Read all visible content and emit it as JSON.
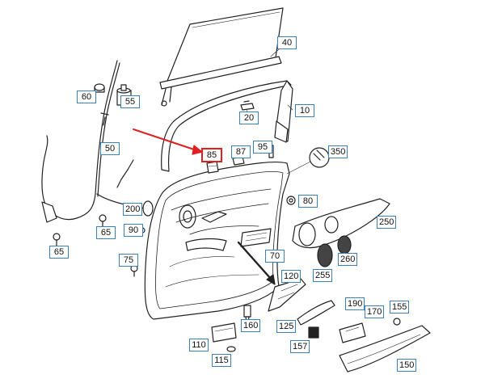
{
  "diagram": {
    "highlighted_part": "85",
    "callouts": [
      {
        "key": "c40",
        "label": "40"
      },
      {
        "key": "c10",
        "label": "10"
      },
      {
        "key": "c20",
        "label": "20"
      },
      {
        "key": "c60",
        "label": "60"
      },
      {
        "key": "c55",
        "label": "55"
      },
      {
        "key": "c50",
        "label": "50"
      },
      {
        "key": "c85",
        "label": "85"
      },
      {
        "key": "c87",
        "label": "87"
      },
      {
        "key": "c95",
        "label": "95"
      },
      {
        "key": "c350",
        "label": "350"
      },
      {
        "key": "c80",
        "label": "80"
      },
      {
        "key": "c200",
        "label": "200"
      },
      {
        "key": "c250",
        "label": "250"
      },
      {
        "key": "c65a",
        "label": "65"
      },
      {
        "key": "c90",
        "label": "90"
      },
      {
        "key": "c65b",
        "label": "65"
      },
      {
        "key": "c75",
        "label": "75"
      },
      {
        "key": "c70",
        "label": "70"
      },
      {
        "key": "c260",
        "label": "260"
      },
      {
        "key": "c120",
        "label": "120"
      },
      {
        "key": "c255",
        "label": "255"
      },
      {
        "key": "c190",
        "label": "190"
      },
      {
        "key": "c170",
        "label": "170"
      },
      {
        "key": "c155",
        "label": "155"
      },
      {
        "key": "c160",
        "label": "160"
      },
      {
        "key": "c125",
        "label": "125"
      },
      {
        "key": "c110",
        "label": "110"
      },
      {
        "key": "c157",
        "label": "157"
      },
      {
        "key": "c115",
        "label": "115"
      },
      {
        "key": "c150",
        "label": "150"
      }
    ]
  },
  "colors": {
    "callout_border": "#3a7fc0",
    "highlight": "#e02020",
    "line_art": "#222222"
  }
}
